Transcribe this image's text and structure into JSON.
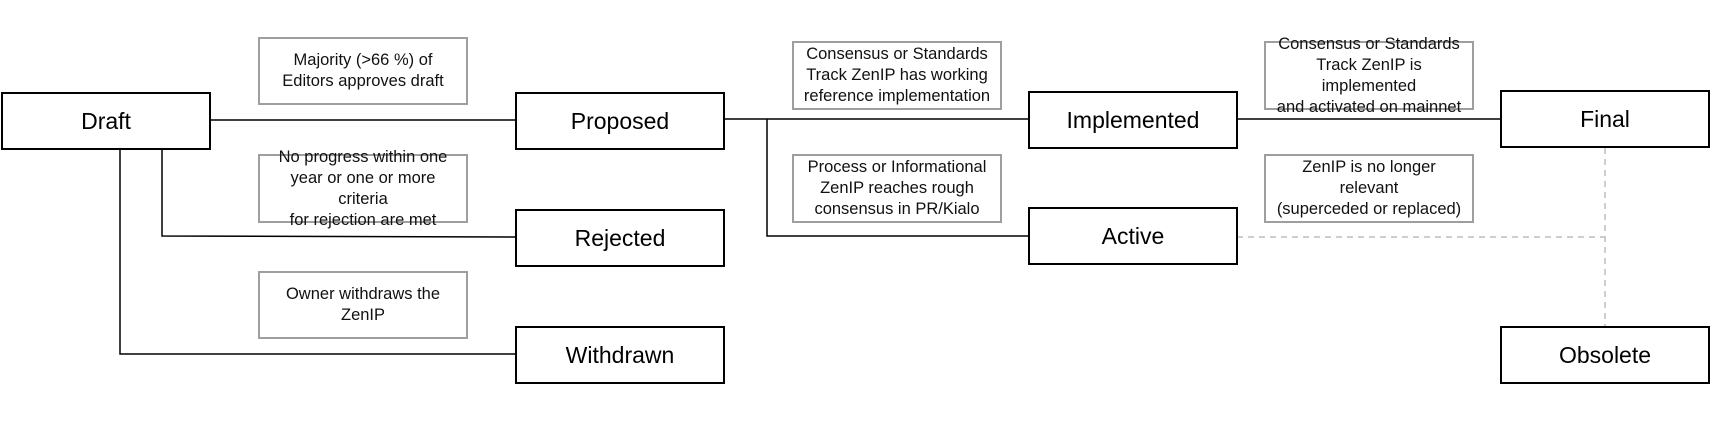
{
  "states": {
    "draft": "Draft",
    "proposed": "Proposed",
    "rejected": "Rejected",
    "withdrawn": "Withdrawn",
    "implemented": "Implemented",
    "active": "Active",
    "final": "Final",
    "obsolete": "Obsolete"
  },
  "notes": {
    "draft_to_proposed": [
      "Majority (>66 %) of",
      "Editors approves draft"
    ],
    "draft_to_rejected": [
      "No progress within one",
      "year or one or more criteria",
      "for rejection are met"
    ],
    "draft_to_withdrawn": [
      "Owner withdraws the",
      "ZenIP"
    ],
    "proposed_to_implemented": [
      "Consensus or Standards",
      "Track ZenIP has working",
      "reference implementation"
    ],
    "proposed_to_active": [
      "Process or Informational",
      "ZenIP reaches rough",
      "consensus in PR/Kialo"
    ],
    "implemented_to_final": [
      "Consensus or Standards",
      "Track ZenIP is implemented",
      "and activated on mainnet"
    ],
    "to_obsolete": [
      "ZenIP is no longer relevant",
      "(superceded or replaced)"
    ]
  },
  "colors": {
    "solid_line": "#000000",
    "dashed_line": "#bdbdbd",
    "note_border": "#9e9e9e"
  }
}
